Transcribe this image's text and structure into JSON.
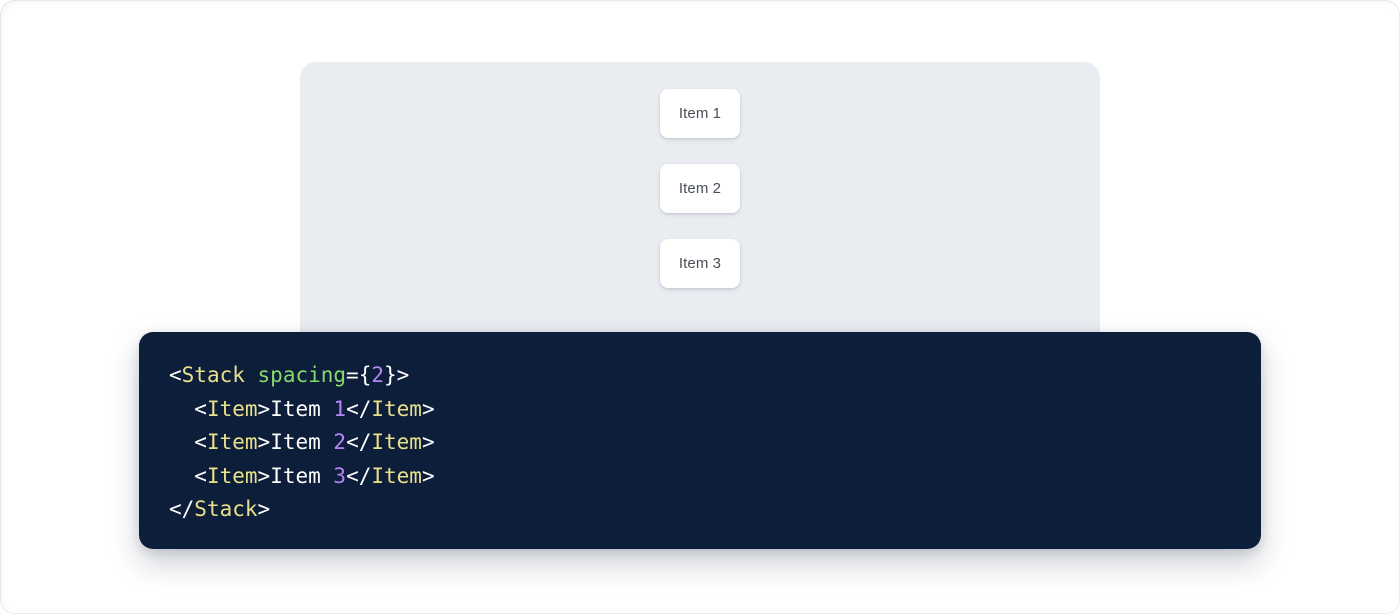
{
  "theme": {
    "page_background": "#ffffff",
    "preview_background": "#e9ecf1",
    "card_background": "#ffffff",
    "card_text": "#4a4f57",
    "code_background": "#0d1e3a",
    "code_default_text": "#ffffff",
    "code_tag_color": "#e8e08a",
    "code_attribute_color": "#86d96b",
    "code_number_color": "#b585f5"
  },
  "preview": {
    "component": "Stack",
    "items": [
      {
        "label": "Item 1"
      },
      {
        "label": "Item 2"
      },
      {
        "label": "Item 3"
      }
    ]
  },
  "code": {
    "language": "jsx",
    "raw": "<Stack spacing={2}>\n  <Item>Item 1</Item>\n  <Item>Item 2</Item>\n  <Item>Item 3</Item>\n</Stack>",
    "lines": [
      {
        "indent": "",
        "tokens": [
          {
            "t": "<",
            "k": "punct"
          },
          {
            "t": "Stack",
            "k": "tag"
          },
          {
            "t": " ",
            "k": "punct"
          },
          {
            "t": "spacing",
            "k": "attr"
          },
          {
            "t": "={",
            "k": "punct"
          },
          {
            "t": "2",
            "k": "num"
          },
          {
            "t": "}>",
            "k": "punct"
          }
        ]
      },
      {
        "indent": "  ",
        "tokens": [
          {
            "t": "<",
            "k": "punct"
          },
          {
            "t": "Item",
            "k": "tag"
          },
          {
            "t": ">",
            "k": "punct"
          },
          {
            "t": "Item ",
            "k": "text"
          },
          {
            "t": "1",
            "k": "num"
          },
          {
            "t": "</",
            "k": "punct"
          },
          {
            "t": "Item",
            "k": "tag"
          },
          {
            "t": ">",
            "k": "punct"
          }
        ]
      },
      {
        "indent": "  ",
        "tokens": [
          {
            "t": "<",
            "k": "punct"
          },
          {
            "t": "Item",
            "k": "tag"
          },
          {
            "t": ">",
            "k": "punct"
          },
          {
            "t": "Item ",
            "k": "text"
          },
          {
            "t": "2",
            "k": "num"
          },
          {
            "t": "</",
            "k": "punct"
          },
          {
            "t": "Item",
            "k": "tag"
          },
          {
            "t": ">",
            "k": "punct"
          }
        ]
      },
      {
        "indent": "  ",
        "tokens": [
          {
            "t": "<",
            "k": "punct"
          },
          {
            "t": "Item",
            "k": "tag"
          },
          {
            "t": ">",
            "k": "punct"
          },
          {
            "t": "Item ",
            "k": "text"
          },
          {
            "t": "3",
            "k": "num"
          },
          {
            "t": "</",
            "k": "punct"
          },
          {
            "t": "Item",
            "k": "tag"
          },
          {
            "t": ">",
            "k": "punct"
          }
        ]
      },
      {
        "indent": "",
        "tokens": [
          {
            "t": "</",
            "k": "punct"
          },
          {
            "t": "Stack",
            "k": "tag"
          },
          {
            "t": ">",
            "k": "punct"
          }
        ]
      }
    ]
  }
}
